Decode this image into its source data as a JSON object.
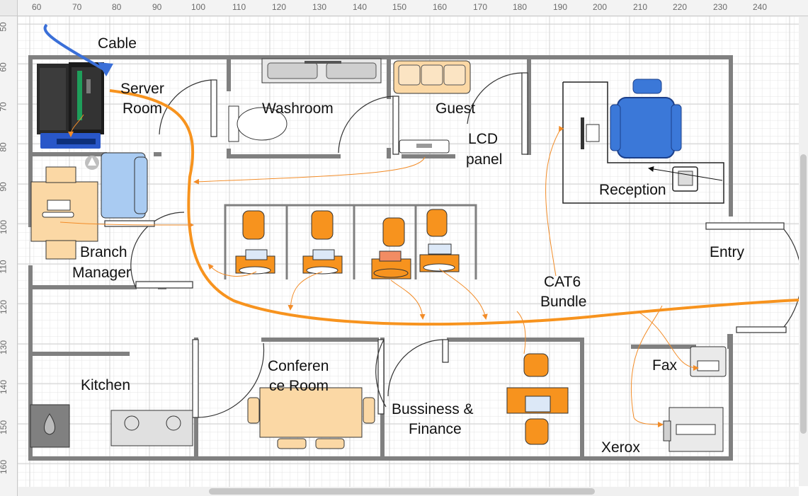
{
  "ruler": {
    "top_ticks": [
      "60",
      "70",
      "80",
      "90",
      "100",
      "110",
      "120",
      "130",
      "140",
      "150",
      "160",
      "170",
      "180",
      "190",
      "200",
      "210",
      "220",
      "230",
      "240"
    ],
    "left_ticks": [
      "50",
      "60",
      "70",
      "80",
      "90",
      "100",
      "110",
      "120",
      "130",
      "140",
      "150",
      "160"
    ]
  },
  "rooms": {
    "server": [
      "Server",
      "Room"
    ],
    "washroom": "Washroom",
    "guest": "Guest",
    "lcd": [
      "LCD",
      "panel"
    ],
    "reception": "Reception",
    "branch": [
      "Branch",
      "Manager"
    ],
    "entry": "Entry",
    "kitchen": "Kitchen",
    "conference": [
      "Conferen",
      "ce Room"
    ],
    "business": [
      "Bussiness &",
      "Finance"
    ],
    "fax": "Fax",
    "xerox": "Xerox"
  },
  "annotations": {
    "cable": "Cable",
    "cat6": [
      "CAT6",
      "Bundle"
    ]
  },
  "colors": {
    "wall": "#808080",
    "cable": "#f7931e",
    "link": "#f28c28",
    "chair": "#f7931e",
    "desk": "#fbd8a5",
    "sofa": "#3b78d8",
    "blue_cable": "#3a6fd8"
  },
  "icons": [
    "server-rack-icon",
    "network-switch-icon",
    "sink-icon",
    "toilet-icon",
    "sofa-icon",
    "monitor-icon",
    "phone-icon",
    "chair-icon",
    "workstation-icon",
    "stove-icon",
    "water-heater-icon",
    "fax-icon",
    "copier-icon"
  ]
}
